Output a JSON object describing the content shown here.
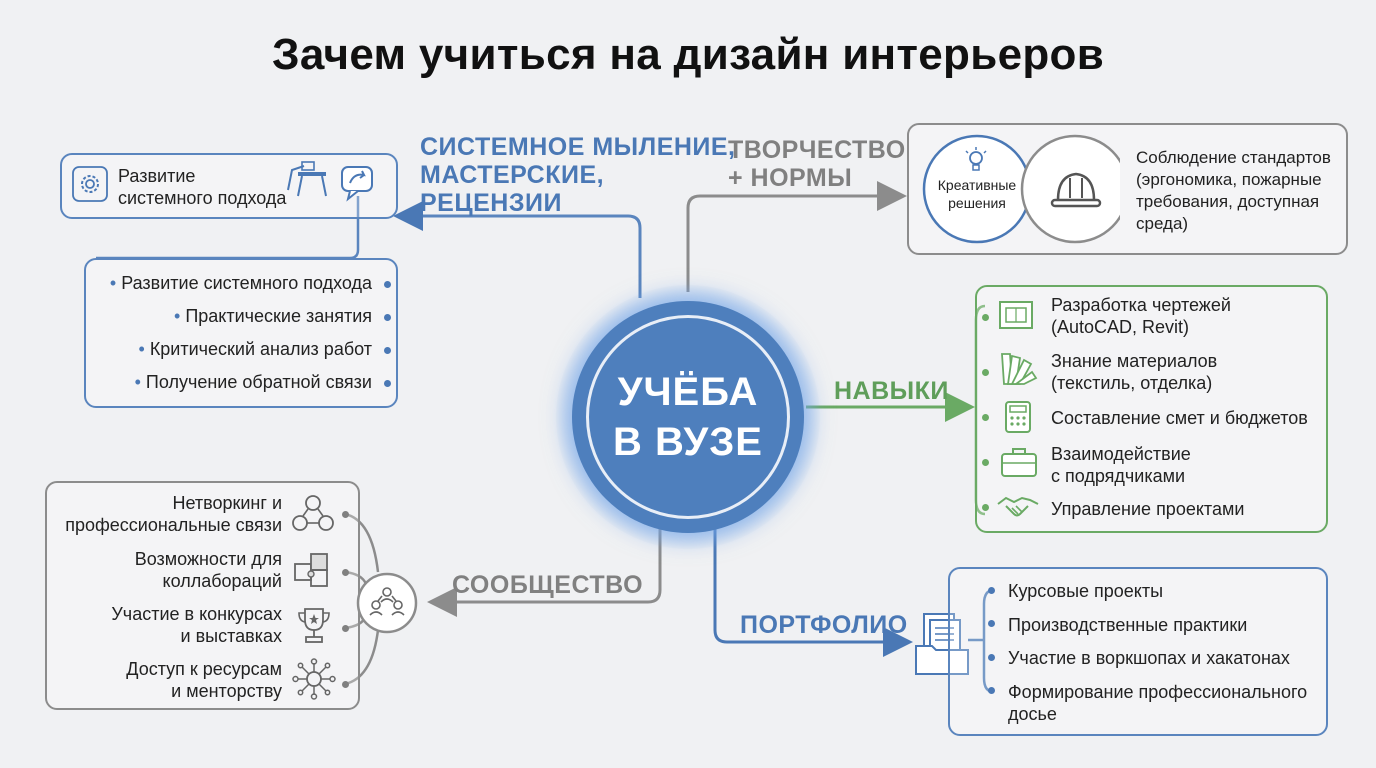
{
  "title": "Зачем учиться на дизайн интерьеров",
  "center": {
    "line1": "УЧЁБА",
    "line2": "В ВУЗЕ"
  },
  "colors": {
    "blue": "#4e7fbd",
    "grey": "#808080",
    "green": "#6aaa64",
    "background": "#f0f1f3"
  },
  "systems": {
    "label": [
      "СИСТЕМНОЕ МЫЛЕНИЕ,",
      "МАСТЕРСКИЕ,",
      "РЕЦЕНЗИИ"
    ],
    "card_text": [
      "Развитие",
      "системного подхода"
    ],
    "items": [
      "Развитие системного подхода",
      "Практические занятия",
      "Критический анализ работ",
      "Получение обратной связи"
    ],
    "icons": [
      "gear-icon",
      "drafting-table-icon",
      "chat-bubbles-icon"
    ]
  },
  "creativity": {
    "label": [
      "ТВОРЧЕСТВО",
      "+ НОРМЫ"
    ],
    "circle_text": [
      "Креативные",
      "решения"
    ],
    "standards": [
      "Соблюдение стандартов",
      "(эргономика, пожарные",
      "требования, доступная",
      "среда)"
    ],
    "icons": [
      "lightbulb-icon",
      "hard-hat-icon"
    ]
  },
  "skills": {
    "label": "НАВЫКИ",
    "items": [
      {
        "lines": [
          "Разработка чертежей",
          "(AutoCAD, Revit)"
        ],
        "icon": "blueprint-icon"
      },
      {
        "lines": [
          "Знание материалов",
          "(текстиль, отделка)"
        ],
        "icon": "swatches-icon"
      },
      {
        "lines": [
          "Составление смет и бюджетов"
        ],
        "icon": "calculator-icon"
      },
      {
        "lines": [
          "Взаимодействие",
          "с подрядчиками"
        ],
        "icon": "briefcase-icon"
      },
      {
        "lines": [
          "Управление проектами"
        ],
        "icon": "handshake-icon"
      }
    ]
  },
  "community": {
    "label": "СООБЩЕСТВО",
    "items": [
      {
        "lines": [
          "Нетворкинг и",
          "профессиональные связи"
        ],
        "icon": "network-people-icon"
      },
      {
        "lines": [
          "Возможности для",
          "коллабораций"
        ],
        "icon": "puzzle-icon"
      },
      {
        "lines": [
          "Участие в конкурсах",
          "и выставках"
        ],
        "icon": "trophy-icon"
      },
      {
        "lines": [
          "Доступ к ресурсам",
          "и менторству"
        ],
        "icon": "mentor-hub-icon"
      }
    ],
    "hub_icon": "community-group-icon"
  },
  "portfolio": {
    "label": "ПОРТФОЛИО",
    "items": [
      "Курсовые проекты",
      "Производственные практики",
      "Участие в воркшопах и хакатонах",
      "Формирование профессионального",
      "досье"
    ],
    "icon": "documents-folder-icon"
  }
}
